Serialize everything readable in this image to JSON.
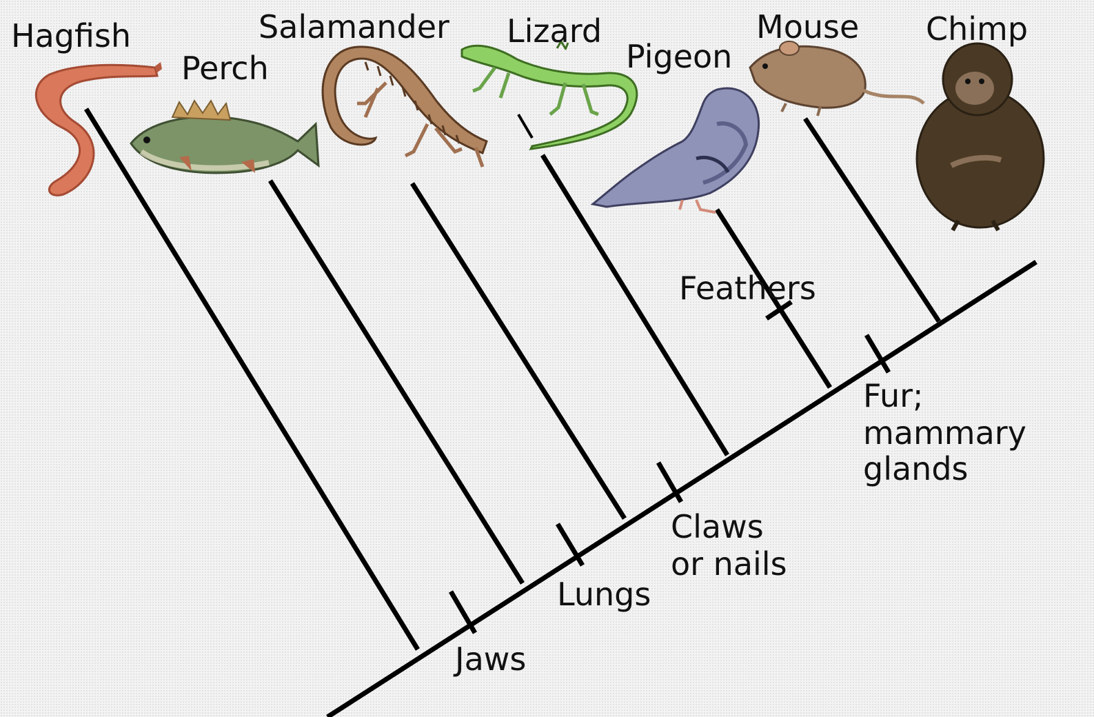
{
  "taxa": {
    "hagfish": "Hagfish",
    "perch": "Perch",
    "salamander": "Salamander",
    "lizard": "Lizard",
    "pigeon": "Pigeon",
    "mouse": "Mouse",
    "chimp": "Chimp"
  },
  "traits": {
    "jaws": "Jaws",
    "lungs": "Lungs",
    "claws_1": "Claws",
    "claws_2": "or nails",
    "feathers": "Feathers",
    "fur_1": "Fur;",
    "fur_2": "mammary",
    "fur_3": "glands"
  },
  "colors": {
    "hagfish": "#d9785a",
    "perch": "#6f8a5a",
    "salamander": "#a0704a",
    "lizard": "#8fcf5a",
    "pigeon": "#8f93b8",
    "mouse": "#a68466",
    "chimp": "#4a3a25"
  }
}
